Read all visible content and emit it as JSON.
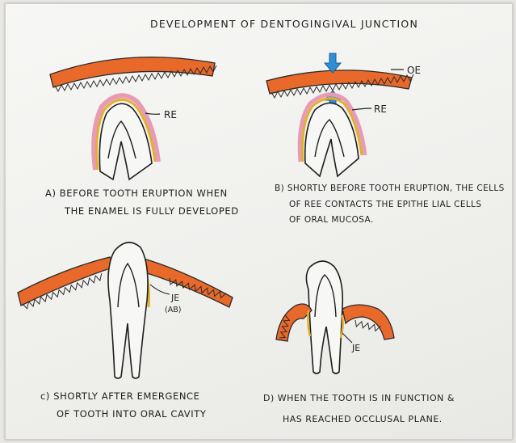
{
  "title": "DEVELOPMENT OF DENTOGINGIVAL JUNCTION",
  "colors": {
    "epithelium": "#e8692a",
    "epithelium_dark": "#2a2a2a",
    "reduced_enamel": "#e2b12b",
    "pink_layer": "#e79bb6",
    "arrow": "#2f8fd6",
    "ink": "#1e1e1e"
  },
  "panels": {
    "a": {
      "label_re": "RE",
      "caption_line1": "A) BEFORE TOOTH ERUPTION WHEN",
      "caption_line2": "THE ENAMEL IS FULLY DEVELOPED"
    },
    "b": {
      "label_oe": "OE",
      "label_re": "RE",
      "caption_line1": "B) SHORTLY BEFORE TOOTH ERUPTION, THE CELLS",
      "caption_line2": "OF REE CONTACTS THE EPITHE LIAL CELLS",
      "caption_line3": "OF ORAL MUCOSA."
    },
    "c": {
      "label_je": "JE",
      "label_ab": "(AB)",
      "caption_line1": "c) SHORTLY AFTER EMERGENCE",
      "caption_line2": "OF TOOTH INTO ORAL CAVITY"
    },
    "d": {
      "label_je": "JE",
      "caption_line1": "D) WHEN THE TOOTH IS IN FUNCTION &",
      "caption_line2": "HAS REACHED OCCLUSAL PLANE."
    }
  }
}
